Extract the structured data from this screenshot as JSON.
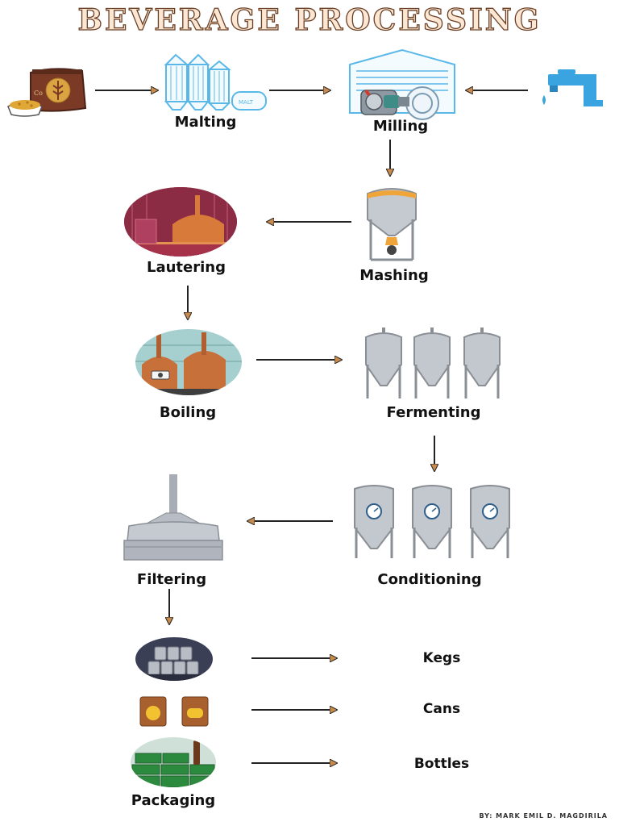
{
  "title": "BEVERAGE PROCESSING",
  "label_on_bag": "Co",
  "label_on_silo": "MALT",
  "stages": {
    "malting": "Malting",
    "milling": "Milling",
    "mashing": "Mashing",
    "lautering": "Lautering",
    "boiling": "Boiling",
    "fermenting": "Fermenting",
    "conditioning": "Conditioning",
    "filtering": "Filtering",
    "packaging": "Packaging"
  },
  "outputs": {
    "kegs": "Kegs",
    "cans": "Cans",
    "bottles": "Bottles"
  },
  "credit": "BY: MARK EMIL D. MAGDIRILA",
  "colors": {
    "arrow_head": "#c98a4e",
    "title_fill": "#fbe7d3",
    "title_stroke": "#6b3f24",
    "tank": "#b8bcc4",
    "copper": "#c8703a",
    "water": "#3aa4e0",
    "line_blue": "#5ab8e8"
  }
}
